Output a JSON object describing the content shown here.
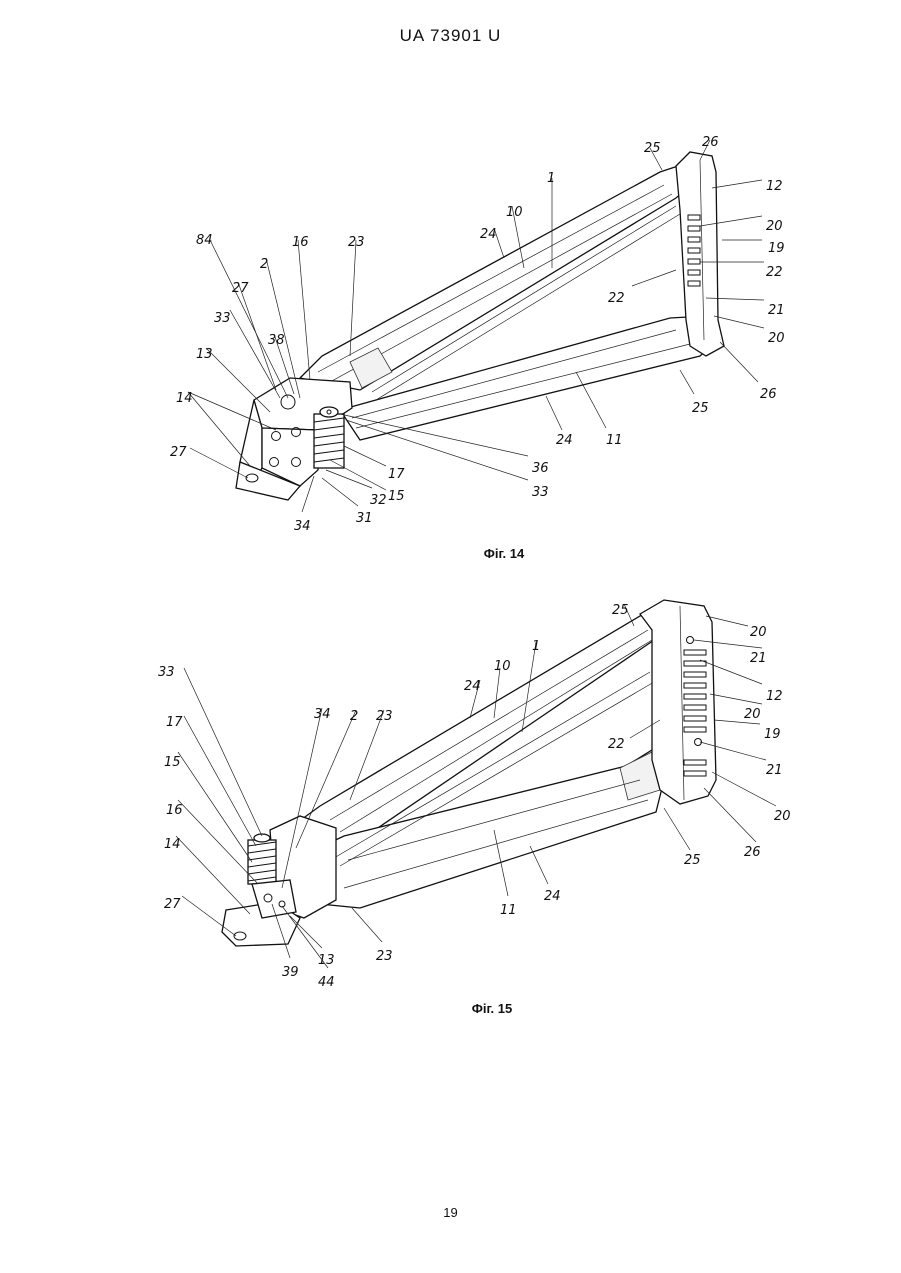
{
  "header": {
    "patent_number": "UA   73901   U"
  },
  "figures": [
    {
      "caption": "Фіг. 14",
      "callouts": [
        "1",
        "2",
        "10",
        "11",
        "12",
        "13",
        "14",
        "15",
        "16",
        "17",
        "19",
        "20",
        "20",
        "21",
        "22",
        "22",
        "23",
        "24",
        "24",
        "25",
        "25",
        "26",
        "26",
        "27",
        "27",
        "31",
        "32",
        "33",
        "33",
        "34",
        "36",
        "38",
        "84"
      ]
    },
    {
      "caption": "Фіг. 15",
      "callouts": [
        "1",
        "2",
        "10",
        "11",
        "12",
        "13",
        "14",
        "15",
        "16",
        "17",
        "19",
        "20",
        "20",
        "20",
        "21",
        "21",
        "22",
        "23",
        "23",
        "24",
        "24",
        "25",
        "25",
        "26",
        "27",
        "33",
        "34",
        "39",
        "44"
      ]
    }
  ],
  "footer": {
    "page_number": "19"
  }
}
